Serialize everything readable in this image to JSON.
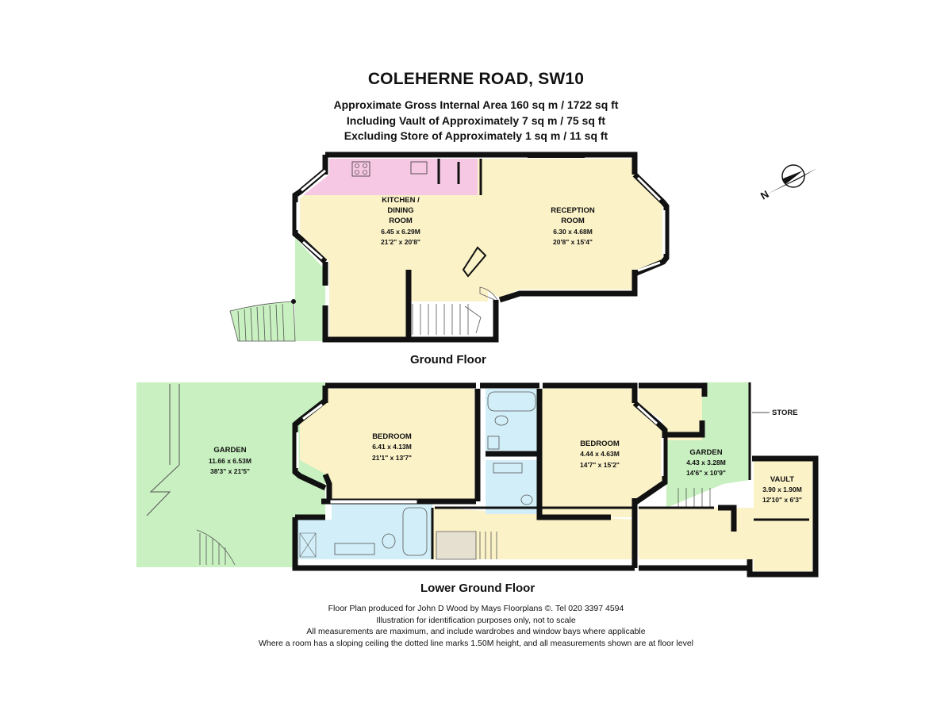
{
  "title": "COLEHERNE ROAD, SW10",
  "areas": [
    "Approximate Gross Internal Area 160 sq m  /  1722 sq ft",
    "Including Vault of Approximately 7 sq m  /  75 sq ft",
    "Excluding Store of Approximately 1 sq m  /  11 sq ft"
  ],
  "ground_floor": {
    "label": "Ground Floor",
    "kitchen": {
      "name1": "KITCHEN /",
      "name2": "DINING",
      "name3": "ROOM",
      "metric": "6.45 x 6.29M",
      "imperial": "21'2\" x 20'8\""
    },
    "reception": {
      "name1": "RECEPTION",
      "name2": "ROOM",
      "metric": "6.30 x 4.68M",
      "imperial": "20'8\" x 15'4\""
    }
  },
  "lower_floor": {
    "label": "Lower Ground Floor",
    "garden_main": {
      "name": "GARDEN",
      "metric": "11.66 x 6.53M",
      "imperial": "38'3\" x 21'5\""
    },
    "bedroom1": {
      "name": "BEDROOM",
      "metric": "6.41 x 4.13M",
      "imperial": "21'1\" x 13'7\""
    },
    "bedroom2": {
      "name": "BEDROOM",
      "metric": "4.44 x 4.63M",
      "imperial": "14'7\" x 15'2\""
    },
    "garden_rear": {
      "name": "GARDEN",
      "metric": "4.43 x 3.28M",
      "imperial": "14'6\" x 10'9\""
    },
    "vault": {
      "name": "VAULT",
      "metric": "3.90 x 1.90M",
      "imperial": "12'10\" x 6'3\""
    },
    "store": "STORE"
  },
  "compass": "N",
  "footer": [
    "Floor Plan produced for John D Wood by Mays Floorplans ©. Tel 020 3397 4594",
    "Illustration for identification purposes only, not to scale",
    "All measurements are maximum, and include wardrobes and window bays where applicable",
    "Where a room has a sloping ceiling the dotted line marks 1.50M height, and all measurements shown are at floor level"
  ],
  "colors": {
    "room": "#fbf2c8",
    "kitchen_units": "#f7c8e4",
    "garden": "#c8f0c0",
    "bathroom": "#d2eef8",
    "walls": "#111111"
  }
}
